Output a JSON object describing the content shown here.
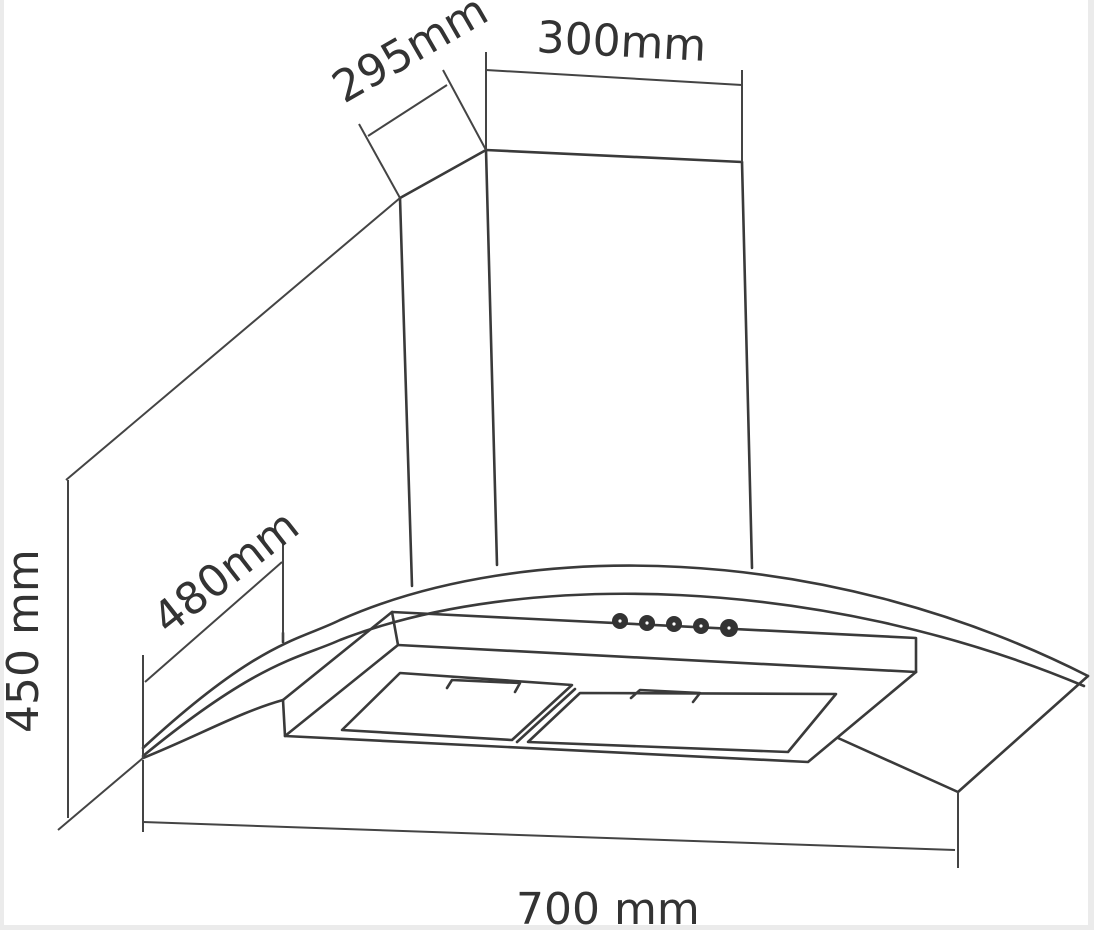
{
  "diagram": {
    "subject": "curved glass chimney range hood dimension drawing",
    "dimensions": {
      "chimney_depth": "295mm",
      "chimney_width": "300mm",
      "hood_depth": "480mm",
      "overall_height": "450 mm",
      "overall_width": "700 mm"
    },
    "control_buttons": 5,
    "filters": 2,
    "colors": {
      "line": "#3a3a3a",
      "background": "#ffffff",
      "frame": "#ebebeb"
    }
  }
}
